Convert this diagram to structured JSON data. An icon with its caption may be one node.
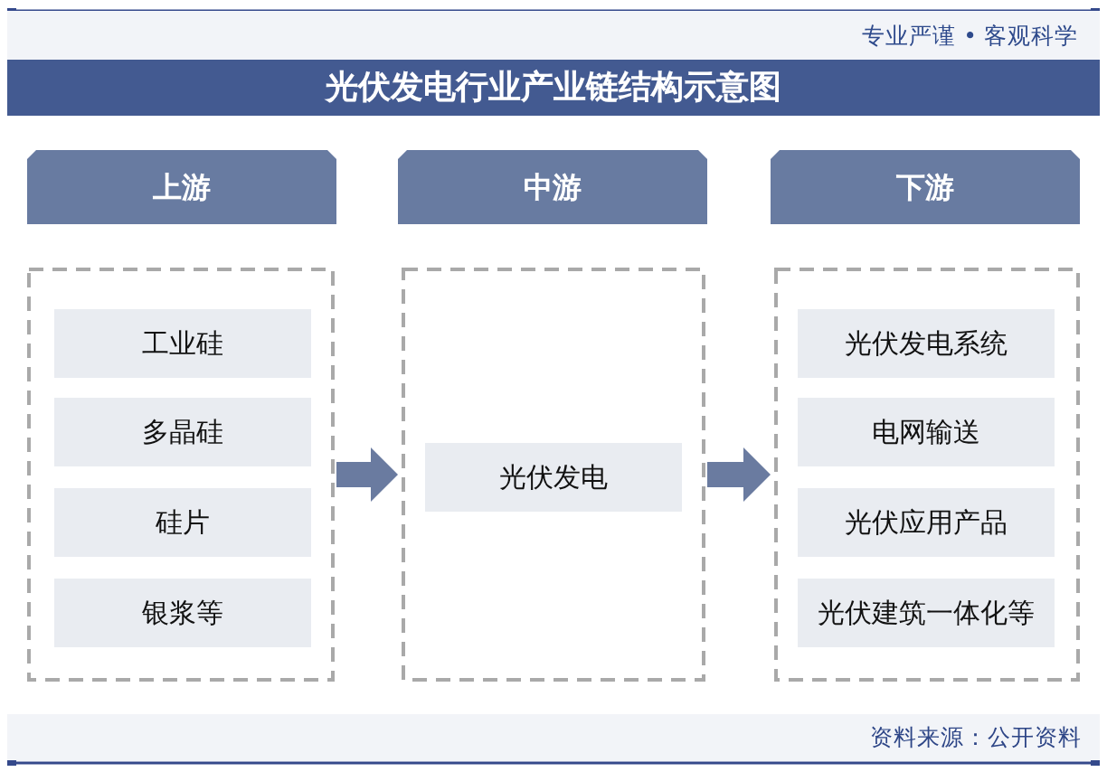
{
  "diagram": {
    "title": "光伏发电行业产业链结构示意图",
    "nodes": [
      {
        "text": [
          "上游"
        ]
      },
      {
        "text": [
          "中游"
        ]
      },
      {
        "text": [
          "下游"
        ]
      },
      {
        "text": [],
        "shape": "box"
      },
      {
        "text": [
          "工业硅"
        ],
        "in": 3
      },
      {
        "text": [
          "多晶硅"
        ],
        "in": 3
      },
      {
        "text": [
          "硅片"
        ],
        "in": 3
      },
      {
        "text": [
          "银浆等"
        ],
        "in": 3
      },
      {
        "text": [],
        "shape": "box"
      },
      {
        "text": [
          "光伏发电"
        ],
        "in": 8
      },
      {
        "text": [],
        "shape": "box"
      },
      {
        "text": [
          "光伏发电系统"
        ],
        "in": 10
      },
      {
        "text": [
          "电网输送"
        ],
        "in": 10
      },
      {
        "text": [
          "光伏应用产品"
        ],
        "in": 10
      },
      {
        "text": [
          "光伏建筑一体化等"
        ],
        "in": 10
      }
    ],
    "edges": [
      {
        "from": 3,
        "to": 8,
        "arrow": "to"
      },
      {
        "from": 8,
        "to": 10,
        "arrow": "to"
      }
    ],
    "labels": [
      "专业严谨 • 客观科学",
      "资料来源：公开资料"
    ]
  }
}
